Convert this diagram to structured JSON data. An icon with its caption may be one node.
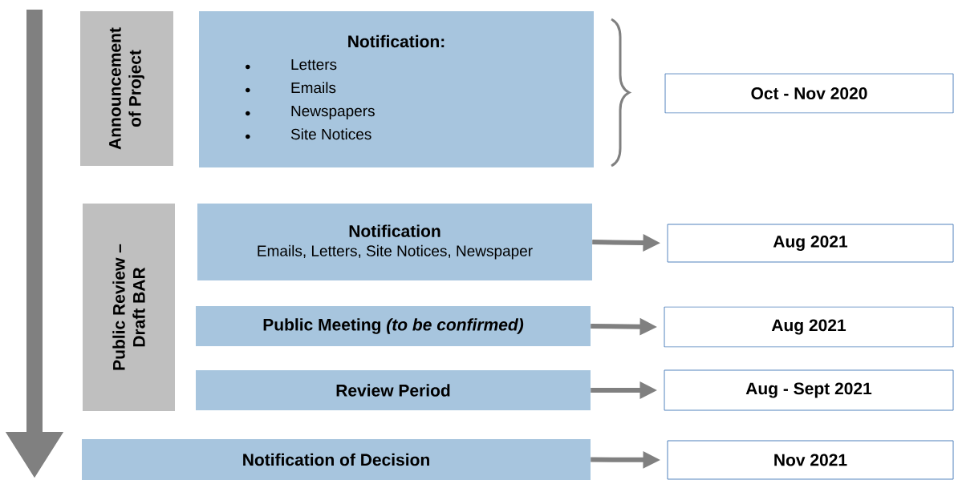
{
  "diagram": {
    "nodes": [
      {
        "text": [
          "Announcement of Project"
        ]
      },
      {
        "text": [
          "Notification:",
          "Letters",
          "Emails",
          "Newspapers",
          "Site Notices"
        ]
      },
      {
        "text": [
          "Oct - Nov 2020"
        ]
      },
      {
        "text": [
          "Public Review – Draft BAR"
        ]
      },
      {
        "text": [
          "Notification",
          "Emails, Letters, Site Notices, Newspaper"
        ]
      },
      {
        "text": [
          "Aug 2021"
        ]
      },
      {
        "text": [
          "Public Meeting *(to be confirmed)*"
        ]
      },
      {
        "text": [
          "Aug 2021"
        ]
      },
      {
        "text": [
          "Review Period"
        ]
      },
      {
        "text": [
          "Aug - Sept 2021"
        ]
      },
      {
        "text": [
          "Notification of Decision"
        ]
      },
      {
        "text": [
          "Nov 2021"
        ]
      }
    ],
    "edges": [
      {
        "from": 4,
        "to": 5,
        "arrow": "to"
      },
      {
        "from": 6,
        "to": 7,
        "arrow": "to"
      },
      {
        "from": 8,
        "to": 9,
        "arrow": "to"
      },
      {
        "from": 10,
        "to": 11,
        "arrow": "to"
      }
    ]
  }
}
